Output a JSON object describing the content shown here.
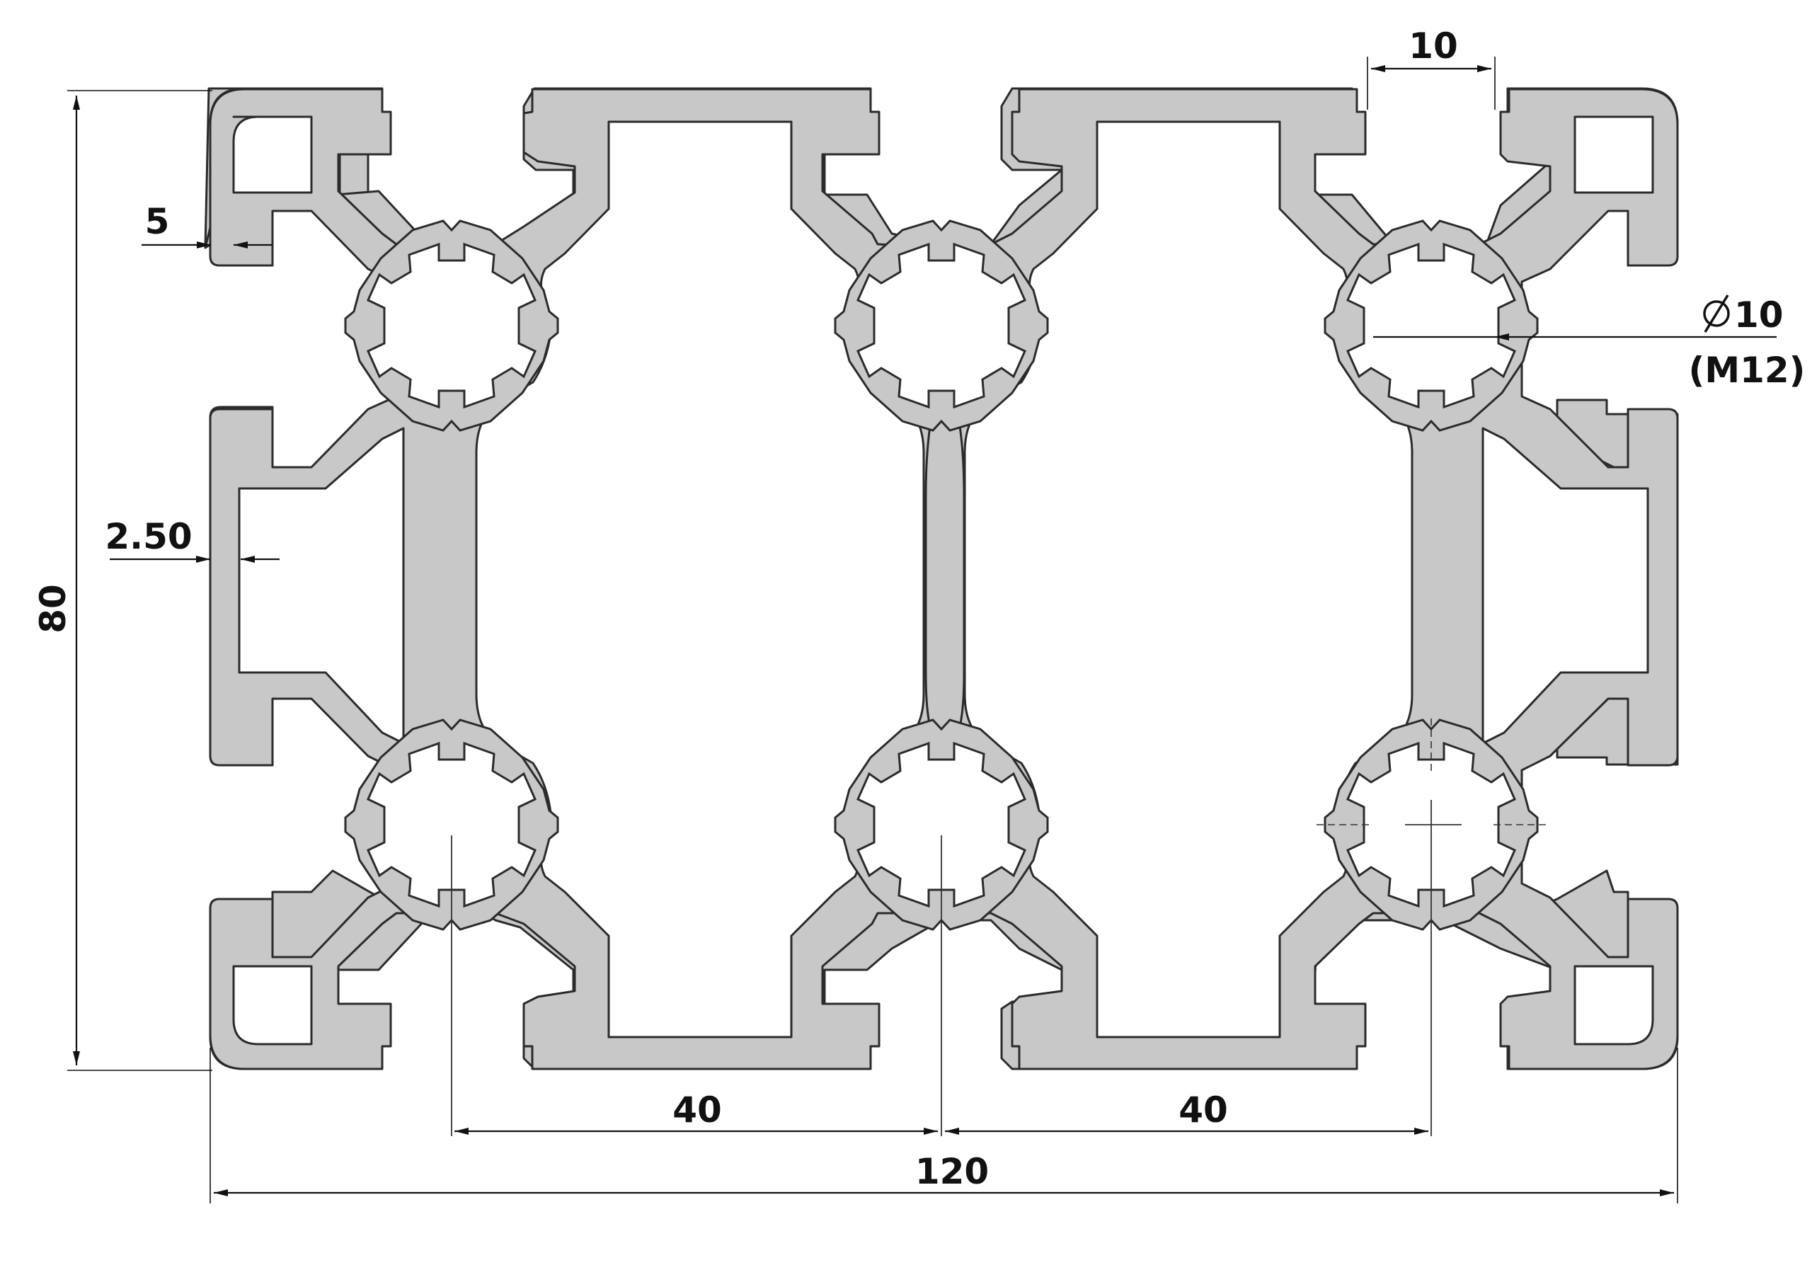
{
  "colors": {
    "profile_fill": "#c8c8c8",
    "profile_stroke": "#2b2b2b",
    "dimension": "#111111",
    "background": "#ffffff"
  },
  "dimensions": {
    "height": "80",
    "width_total": "120",
    "pitch_left": "40",
    "pitch_right": "40",
    "slot_opening": "10",
    "wall_thickness": "5",
    "web_thickness": "2.50",
    "bore_diameter": "10",
    "thread": "(M12)"
  },
  "symbols": {
    "diameter": "diameter-symbol"
  }
}
